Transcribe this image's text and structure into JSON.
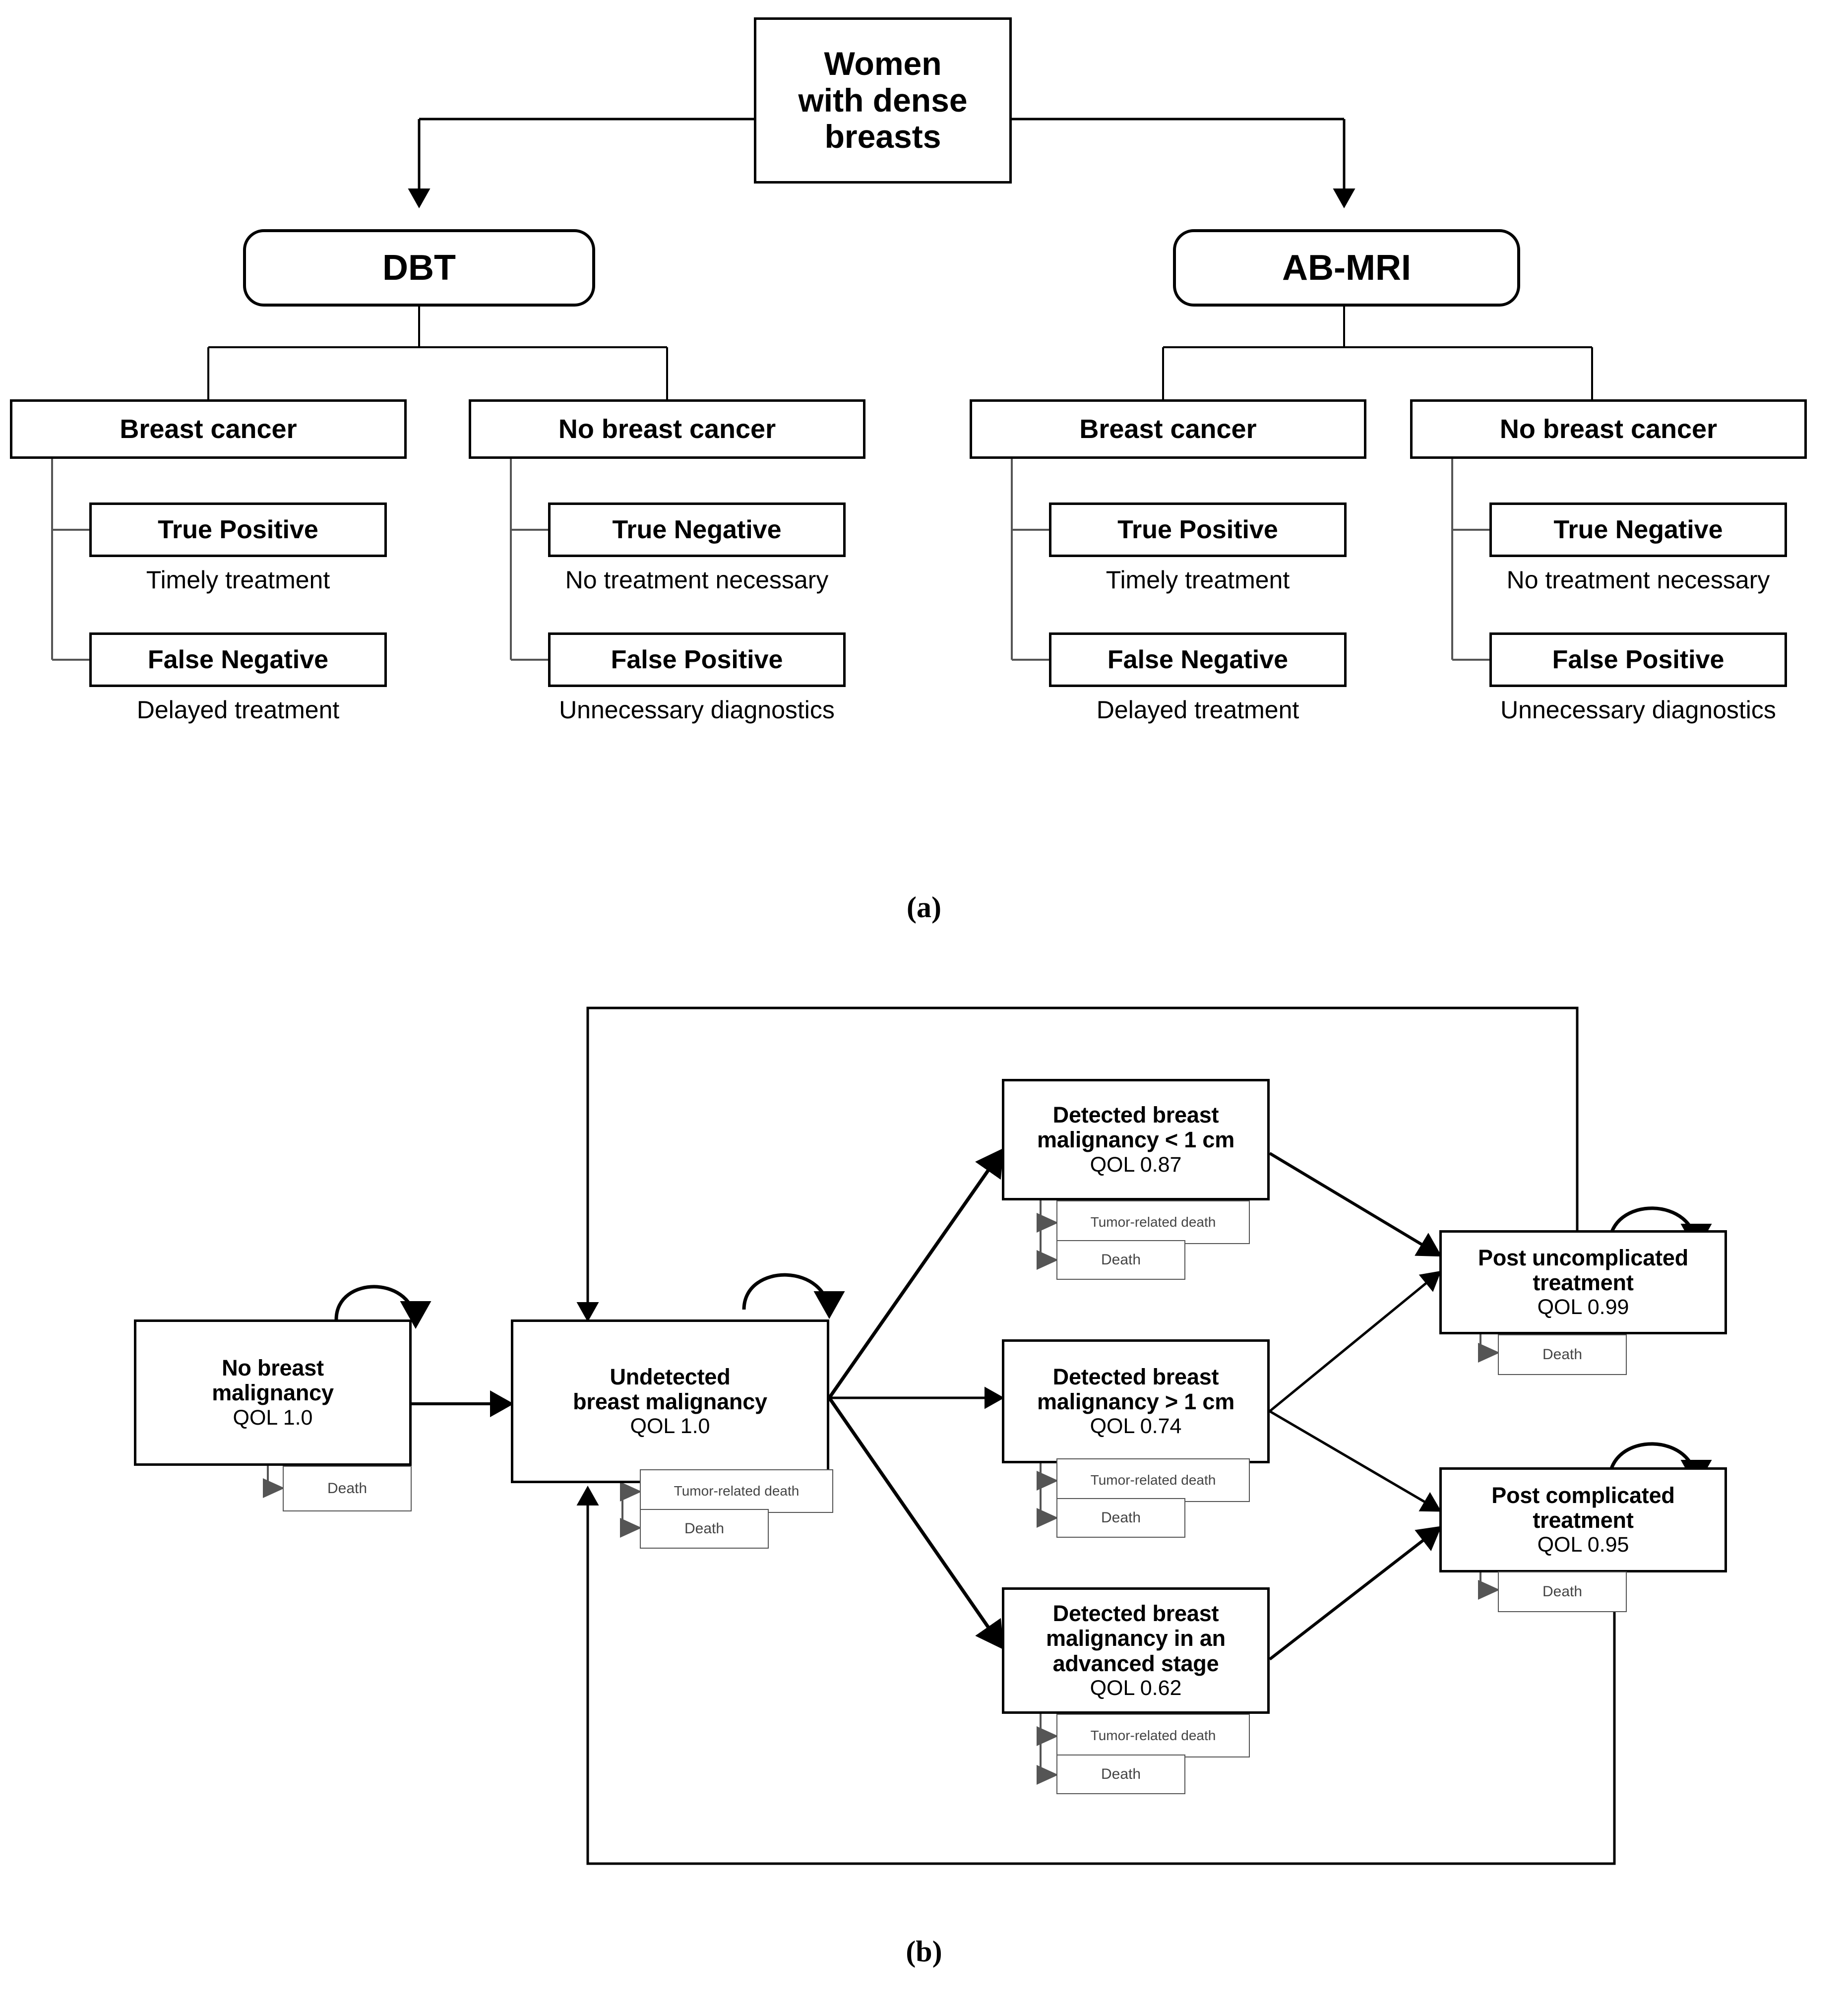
{
  "figure": {
    "panel_a_caption": "(a)",
    "panel_b_caption": "(b)"
  },
  "decision_tree": {
    "root": "Women\nwith dense\nbreasts",
    "root_line1": "Women",
    "root_line2": "with dense",
    "root_line3": "breasts",
    "strategies": [
      {
        "label": "DBT"
      },
      {
        "label": "AB-MRI"
      }
    ],
    "branches": [
      {
        "strategy": "DBT",
        "conditions": [
          {
            "label": "Breast cancer",
            "outcomes": [
              {
                "label": "True Positive",
                "caption": "Timely treatment"
              },
              {
                "label": "False Negative",
                "caption": "Delayed treatment"
              }
            ]
          },
          {
            "label": "No breast cancer",
            "outcomes": [
              {
                "label": "True Negative",
                "caption": "No treatment necessary"
              },
              {
                "label": "False Positive",
                "caption": "Unnecessary diagnostics"
              }
            ]
          }
        ]
      },
      {
        "strategy": "AB-MRI",
        "conditions": [
          {
            "label": "Breast cancer",
            "outcomes": [
              {
                "label": "True Positive",
                "caption": "Timely treatment"
              },
              {
                "label": "False Negative",
                "caption": "Delayed treatment"
              }
            ]
          },
          {
            "label": "No breast cancer",
            "outcomes": [
              {
                "label": "True Negative",
                "caption": "No treatment necessary"
              },
              {
                "label": "False Positive",
                "caption": "Unnecessary diagnostics"
              }
            ]
          }
        ]
      }
    ]
  },
  "markov_model": {
    "states": [
      {
        "id": "no-breast-malignancy",
        "title_line1": "No breast",
        "title_line2": "malignancy",
        "title_line3": "",
        "qol": "QOL 1.0",
        "self_loop": true,
        "absorbing": [
          "Death"
        ]
      },
      {
        "id": "undetected-breast-malignancy",
        "title_line1": "Undetected",
        "title_line2": "breast malignancy",
        "title_line3": "",
        "qol": "QOL 1.0",
        "self_loop": true,
        "absorbing": [
          "Tumor-related death",
          "Death"
        ]
      },
      {
        "id": "detected-lt-1cm",
        "title_line1": "Detected breast",
        "title_line2": "malignancy < 1 cm",
        "title_line3": "",
        "qol": "QOL 0.87",
        "self_loop": false,
        "absorbing": [
          "Tumor-related death",
          "Death"
        ]
      },
      {
        "id": "detected-gt-1cm",
        "title_line1": "Detected breast",
        "title_line2": "malignancy > 1 cm",
        "title_line3": "",
        "qol": "QOL 0.74",
        "self_loop": false,
        "absorbing": [
          "Tumor-related death",
          "Death"
        ]
      },
      {
        "id": "detected-advanced",
        "title_line1": "Detected breast",
        "title_line2": "malignancy in an",
        "title_line3": "advanced stage",
        "qol": "QOL 0.62",
        "self_loop": false,
        "absorbing": [
          "Tumor-related death",
          "Death"
        ]
      },
      {
        "id": "post-uncomplicated-treatment",
        "title_line1": "Post uncomplicated",
        "title_line2": "treatment",
        "title_line3": "",
        "qol": "QOL 0.99",
        "self_loop": true,
        "absorbing": [
          "Death"
        ]
      },
      {
        "id": "post-complicated-treatment",
        "title_line1": "Post complicated",
        "title_line2": "treatment",
        "title_line3": "",
        "qol": "QOL 0.95",
        "self_loop": true,
        "absorbing": [
          "Death"
        ]
      }
    ],
    "labels": {
      "death": "Death",
      "tumor_related_death": "Tumor-related death"
    },
    "transitions": [
      {
        "from": "no-breast-malignancy",
        "to": "undetected-breast-malignancy"
      },
      {
        "from": "undetected-breast-malignancy",
        "to": "detected-lt-1cm"
      },
      {
        "from": "undetected-breast-malignancy",
        "to": "detected-gt-1cm"
      },
      {
        "from": "undetected-breast-malignancy",
        "to": "detected-advanced"
      },
      {
        "from": "detected-lt-1cm",
        "to": "post-uncomplicated-treatment"
      },
      {
        "from": "detected-gt-1cm",
        "to": "post-uncomplicated-treatment"
      },
      {
        "from": "detected-gt-1cm",
        "to": "post-complicated-treatment"
      },
      {
        "from": "detected-advanced",
        "to": "post-complicated-treatment"
      },
      {
        "from": "post-uncomplicated-treatment",
        "to": "undetected-breast-malignancy"
      },
      {
        "from": "post-complicated-treatment",
        "to": "undetected-breast-malignancy"
      }
    ]
  },
  "colors": {
    "line": "#000000",
    "thin_line": "#555555",
    "background": "#ffffff"
  }
}
